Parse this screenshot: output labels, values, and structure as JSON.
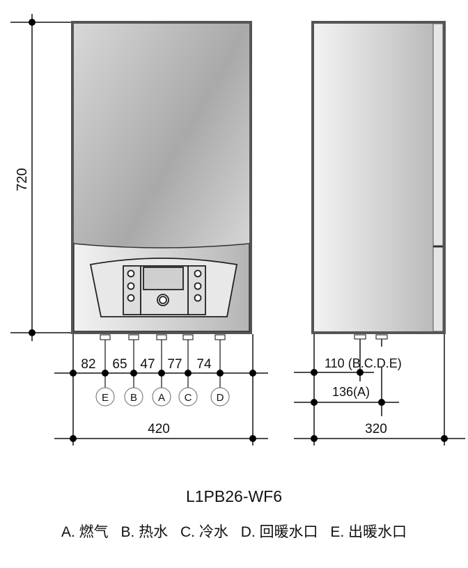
{
  "model": "L1PB26-WF6",
  "front_view": {
    "height_label": "720",
    "width_label": "420",
    "spacings": [
      "82",
      "65",
      "47",
      "77",
      "74"
    ],
    "connections": [
      "E",
      "B",
      "A",
      "C",
      "D"
    ]
  },
  "side_view": {
    "depth_label": "320",
    "offset_bcde_label": "110 (B.C.D.E)",
    "offset_a_label": "136(A)"
  },
  "legend": [
    "A. 燃气",
    "B. 热水",
    "C. 冷水",
    "D. 回暖水口",
    "E. 出暖水口"
  ]
}
